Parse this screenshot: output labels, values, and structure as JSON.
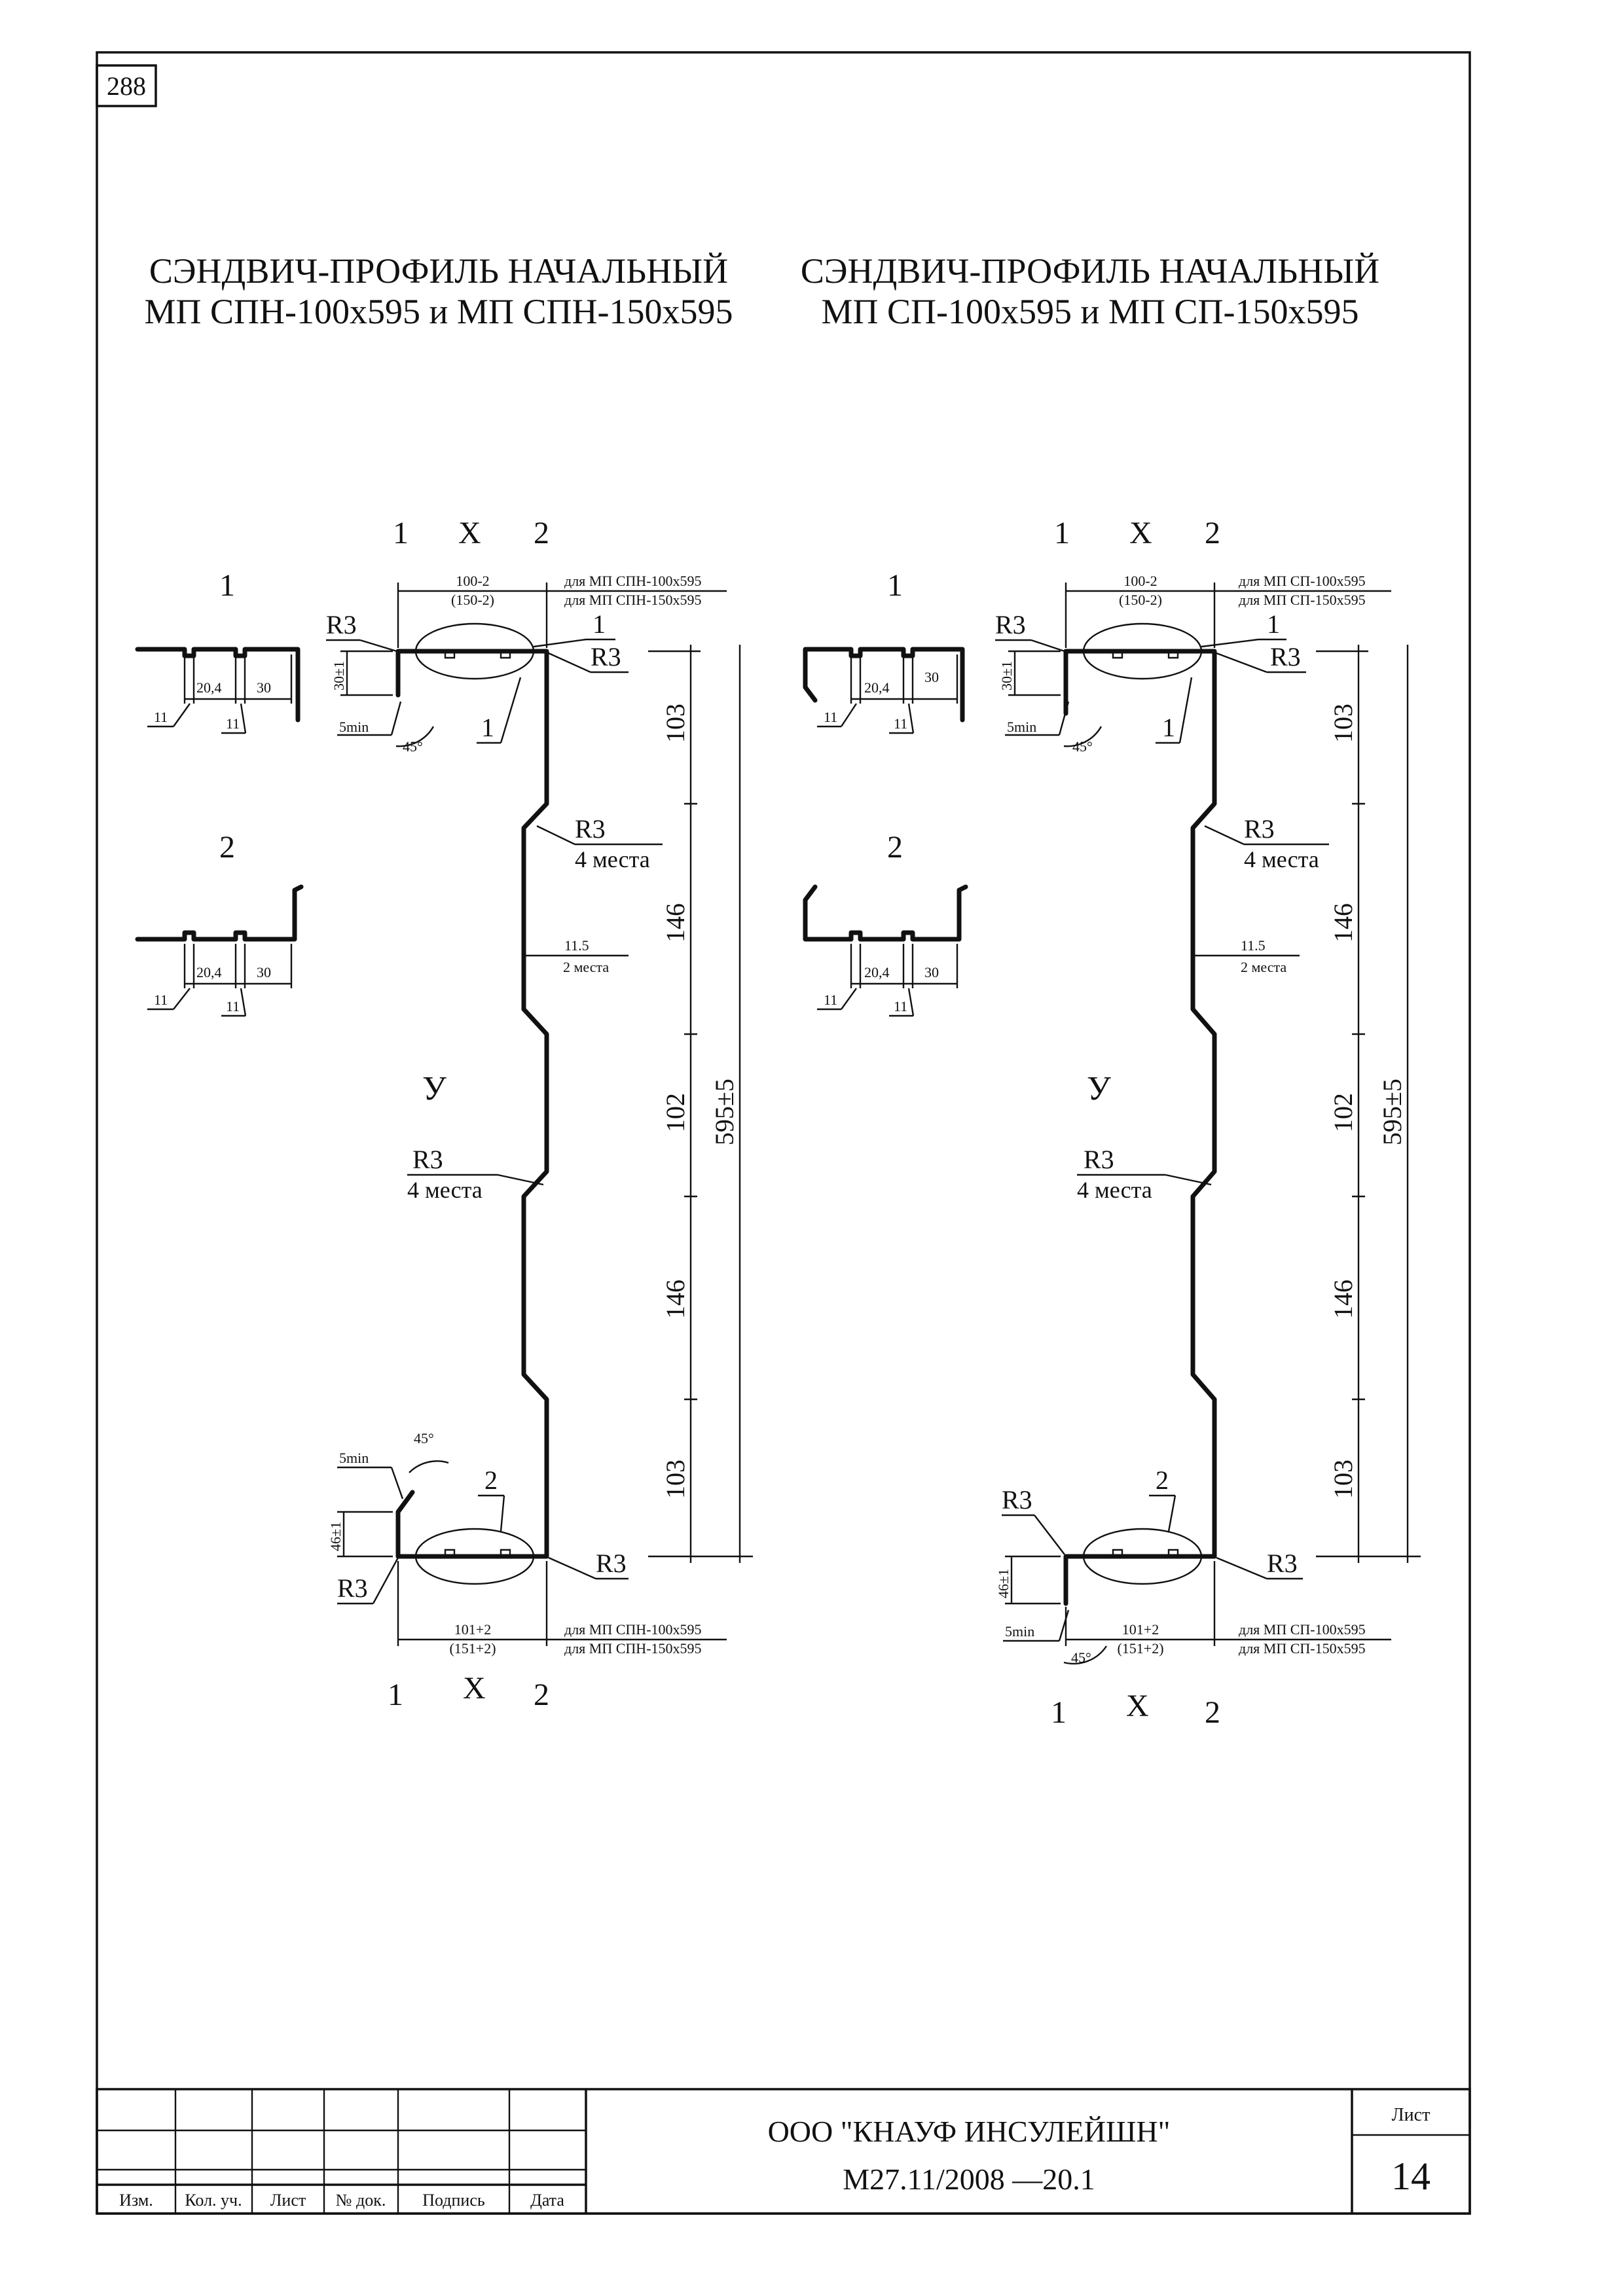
{
  "sheet_number": "288",
  "left_title": {
    "line1": "СЭНДВИЧ-ПРОФИЛЬ НАЧАЛЬНЫЙ",
    "line2": "МП СПН-100х595 и МП СПН-150х595"
  },
  "right_title": {
    "line1": "СЭНДВИЧ-ПРОФИЛЬ НАЧАЛЬНЫЙ",
    "line2": "МП СП-100х595 и МП СП-150х595"
  },
  "axis_labels": {
    "one": "1",
    "two": "2",
    "x": "Х",
    "y": "У"
  },
  "dims": {
    "top_width": "100-2",
    "top_width_alt": "(150-2)",
    "bottom_width": "101+2",
    "bottom_width_alt": "(151+2)",
    "seg_103": "103",
    "seg_146": "146",
    "seg_102": "102",
    "total": "595±5",
    "top_lip": "30±1",
    "bottom_lip": "46±1",
    "min_radius": "5min",
    "angle": "45°",
    "groove_w": "11.5",
    "groove_note": "2 места",
    "detail_11": "11",
    "detail_20": "20,4",
    "detail_30": "30"
  },
  "notes": {
    "left_top_100": "для МП СПН-100х595",
    "left_top_150": "для МП СПН-150х595",
    "right_top_100": "для МП СП-100х595",
    "right_top_150": "для МП СП-150х595",
    "r3": "R3",
    "four_places": "4 места",
    "callout_1": "1",
    "callout_2": "2"
  },
  "title_block": {
    "company": "ООО \"КНАУФ ИНСУЛЕЙШН\"",
    "code": "М27.11/2008 —20.1",
    "sheet_label": "Лист",
    "sheet_value": "14",
    "columns": [
      "Изм.",
      "Кол. уч.",
      "Лист",
      "№ док.",
      "Подпись",
      "Дата"
    ]
  }
}
